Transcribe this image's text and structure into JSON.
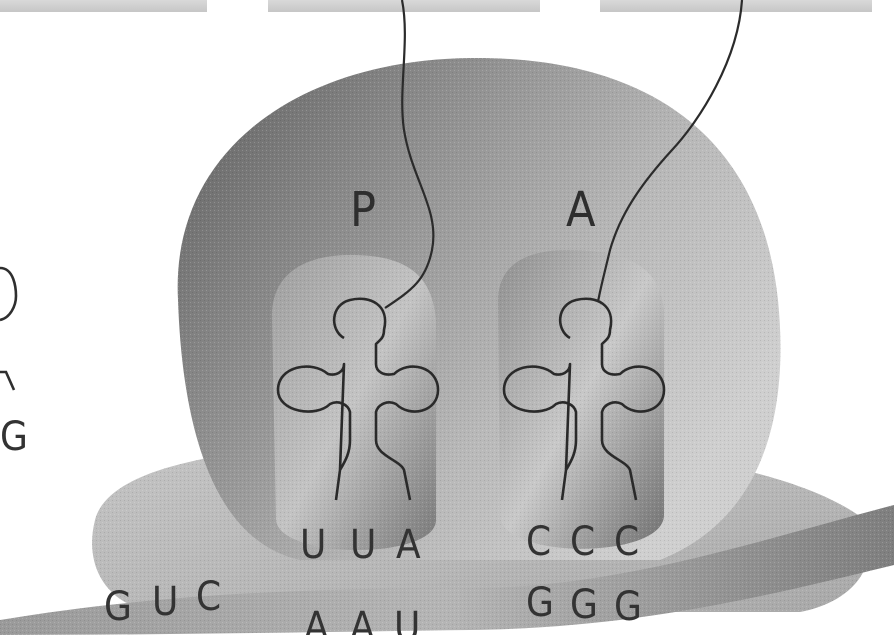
{
  "site_labels": {
    "p": "P",
    "a": "A"
  },
  "p_site": {
    "anticodon": [
      "U",
      "U",
      "A"
    ],
    "codon": [
      "A",
      "A",
      "U"
    ]
  },
  "a_site": {
    "anticodon": [
      "C",
      "C",
      "C"
    ],
    "codon": [
      "G",
      "G",
      "G"
    ]
  },
  "mrna_left_codon": [
    "G",
    "U",
    "C"
  ],
  "left_edge_fragment": "G"
}
